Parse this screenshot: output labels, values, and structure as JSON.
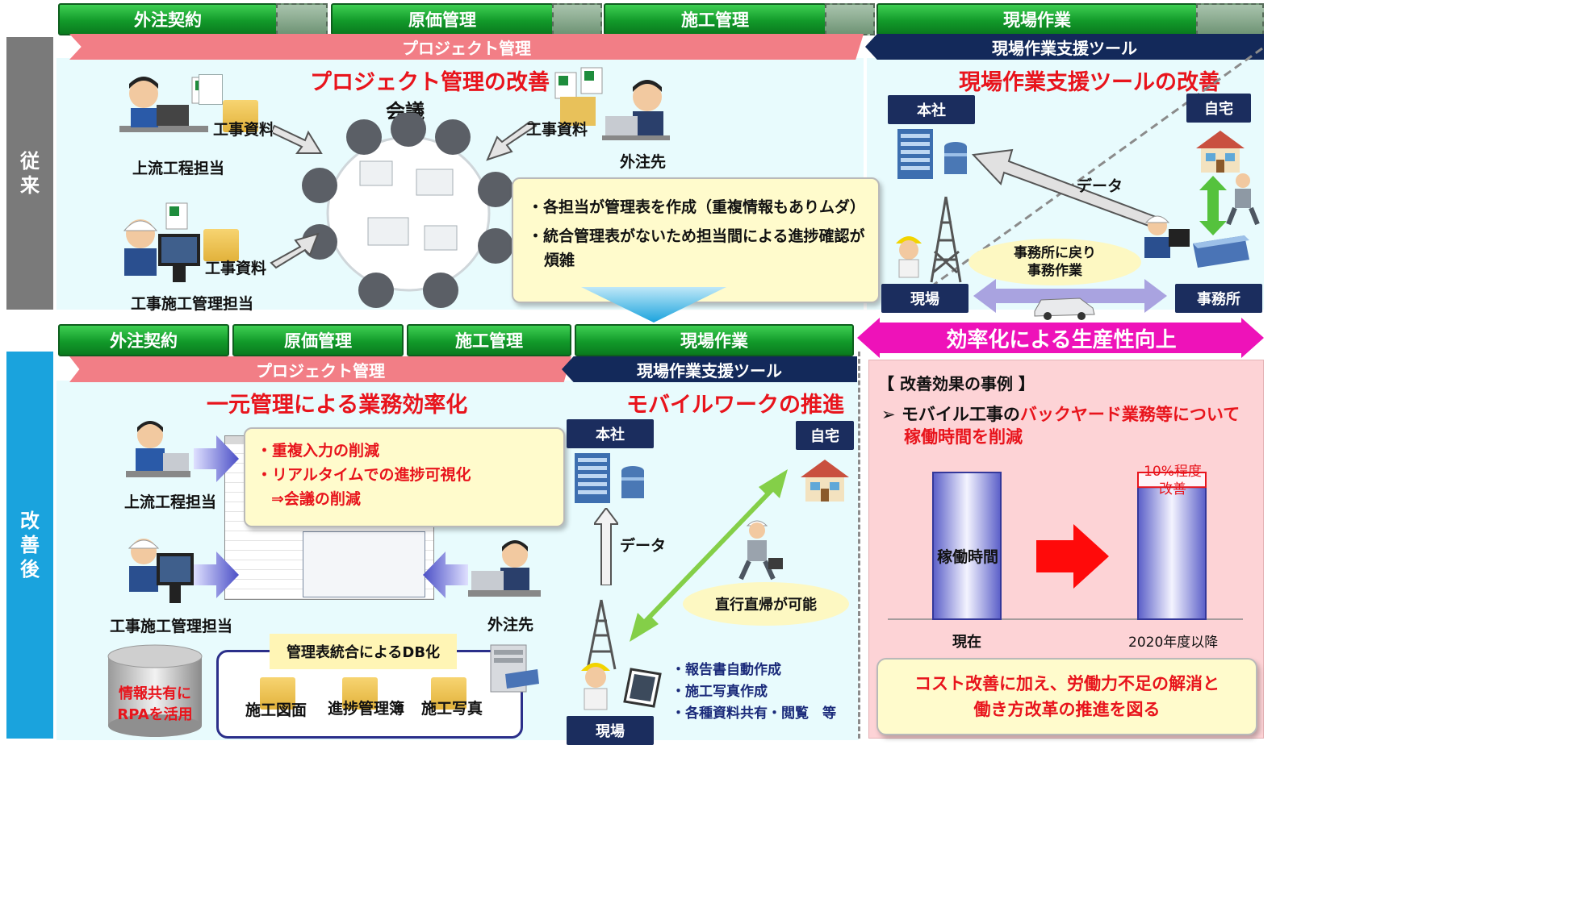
{
  "side_labels": {
    "before": "従\n来",
    "after": "改\n善\n後"
  },
  "top": {
    "tabs": [
      "外注契約",
      "原価管理",
      "施工管理",
      "現場作業"
    ],
    "pm_bar": "プロジェクト管理",
    "tool_bar": "現場作業支援ツール",
    "pm_title": "プロジェクト管理の改善",
    "meeting": "会議",
    "doc_label": "工事資料",
    "upstream": "上流工程担当",
    "outsource": "外注先",
    "construction_mgr": "工事施工管理担当",
    "issues": [
      "各担当が管理表を作成（重複情報もありムダ）",
      "統合管理表がないため担当間による進捗確認が煩雑"
    ],
    "tool_title": "現場作業支援ツールの改善",
    "hq": "本社",
    "home": "自宅",
    "data": "データ",
    "return_office": "事務所に戻り\n事務作業",
    "site": "現場",
    "office": "事務所"
  },
  "efficiency_banner": "効率化による生産性向上",
  "bottom": {
    "tabs": [
      "外注契約",
      "原価管理",
      "施工管理",
      "現場作業"
    ],
    "pm_bar": "プロジェクト管理",
    "tool_bar": "現場作業支援ツール",
    "unified_title": "一元管理による業務効率化",
    "benefits": [
      "重複入力の削減",
      "リアルタイムでの進捗可視化",
      "⇒会議の削減"
    ],
    "upstream": "上流工程担当",
    "construction_mgr": "工事施工管理担当",
    "outsource": "外注先",
    "rpa": "情報共有に\nRPAを活用",
    "db_title": "管理表統合によるDB化",
    "db_items": [
      "施工図面",
      "進捗管理簿",
      "施工写真"
    ],
    "mobile_title": "モバイルワークの推進",
    "hq": "本社",
    "home": "自宅",
    "data": "データ",
    "direct": "直行直帰が可能",
    "site": "現場",
    "features": [
      "・報告書自動作成",
      "・施工写真作成",
      "・各種資料共有・閲覧　等"
    ]
  },
  "effect": {
    "heading": "【 改善効果の事例 】",
    "line1_black": "モバイル工事の",
    "line1_red": "バックヤード業務等について",
    "line2_red": "稼働時間を削減",
    "bar_label": "稼働時間",
    "reduction": "10%程度\n改善",
    "x_now": "現在",
    "x_after": "2020年度以降",
    "conclusion": "コスト改善に加え、労働力不足の解消と\n働き方改革の推進を図る"
  },
  "chart_data": {
    "type": "bar",
    "categories": [
      "現在",
      "2020年度以降"
    ],
    "values": [
      100,
      90
    ],
    "ylim": [
      0,
      100
    ],
    "annotation": "10%程度\n改善",
    "bar_label": "稼働時間"
  }
}
